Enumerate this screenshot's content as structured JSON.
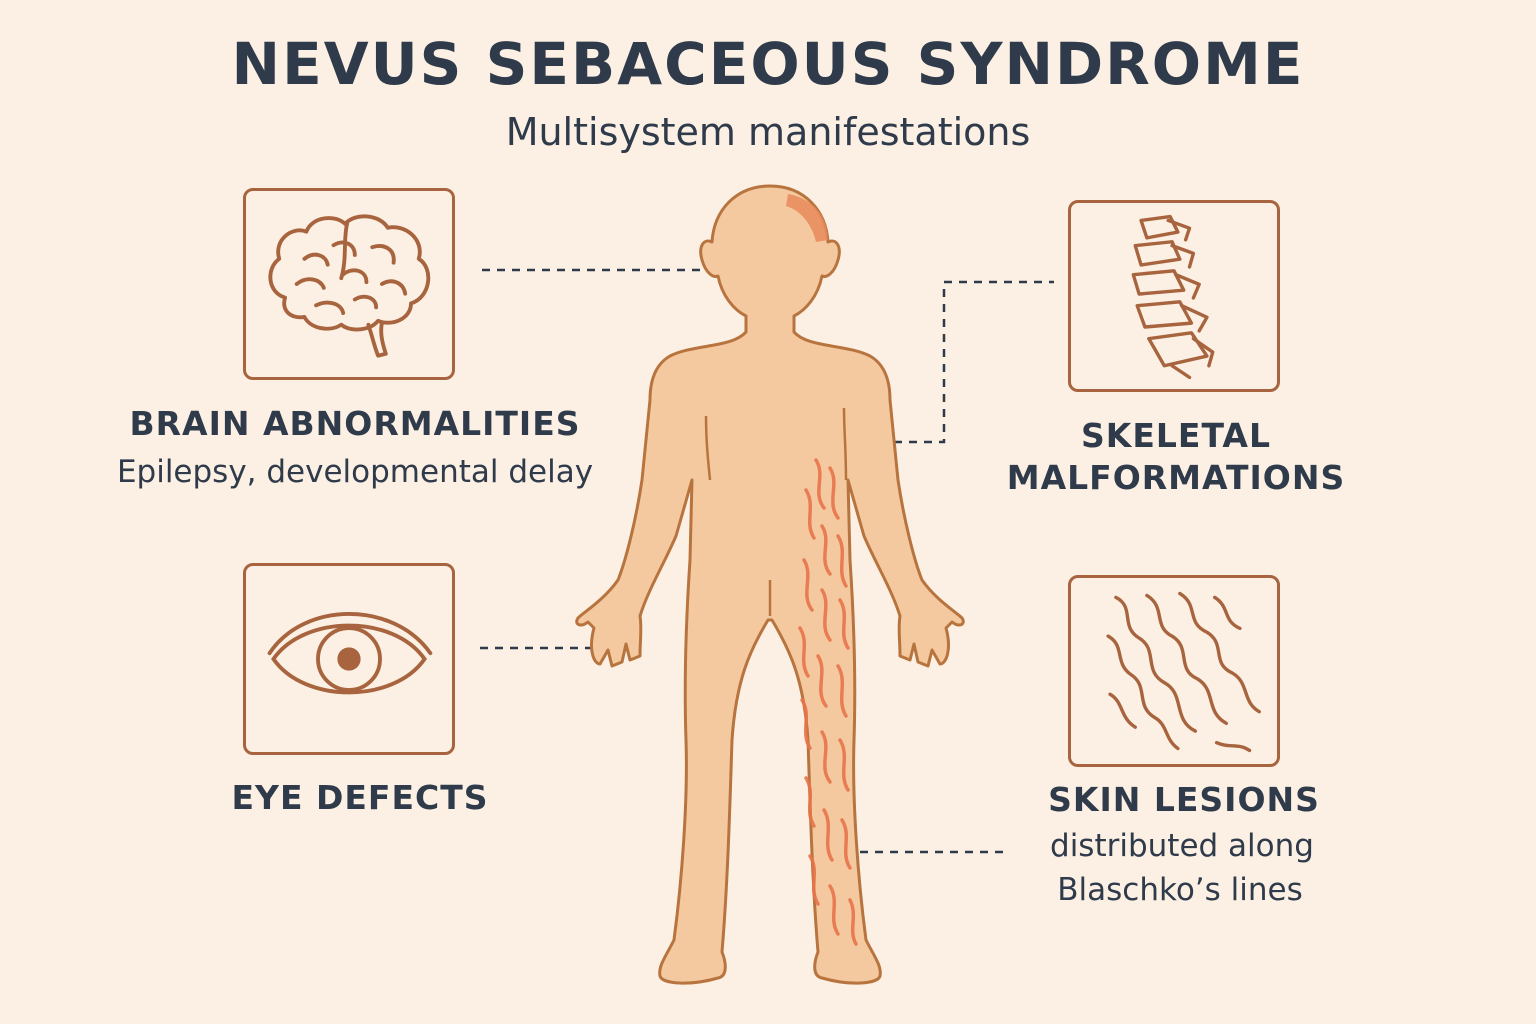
{
  "header": {
    "title": "NEVUS SEBACEOUS SYNDROME",
    "subtitle": "Multisystem manifestations"
  },
  "manifestations": {
    "brain": {
      "title": "BRAIN ABNORMALITIES",
      "description": "Epilepsy, developmental delay",
      "icon": "brain-icon"
    },
    "eye": {
      "title": "EYE DEFECTS",
      "icon": "eye-icon"
    },
    "skeletal": {
      "title_line1": "SKELETAL",
      "title_line2": "MALFORMATIONS",
      "icon": "spine-icon"
    },
    "skin": {
      "title": "SKIN LESIONS",
      "description_line1": "distributed along",
      "description_line2": "Blaschko’s lines",
      "icon": "wavy-lines-icon"
    }
  },
  "colors": {
    "background": "#fbf0e3",
    "text": "#2f3a4a",
    "accent_brown": "#a8643e",
    "skin_fill": "#f5c9a0",
    "lesion": "#e8744a"
  }
}
